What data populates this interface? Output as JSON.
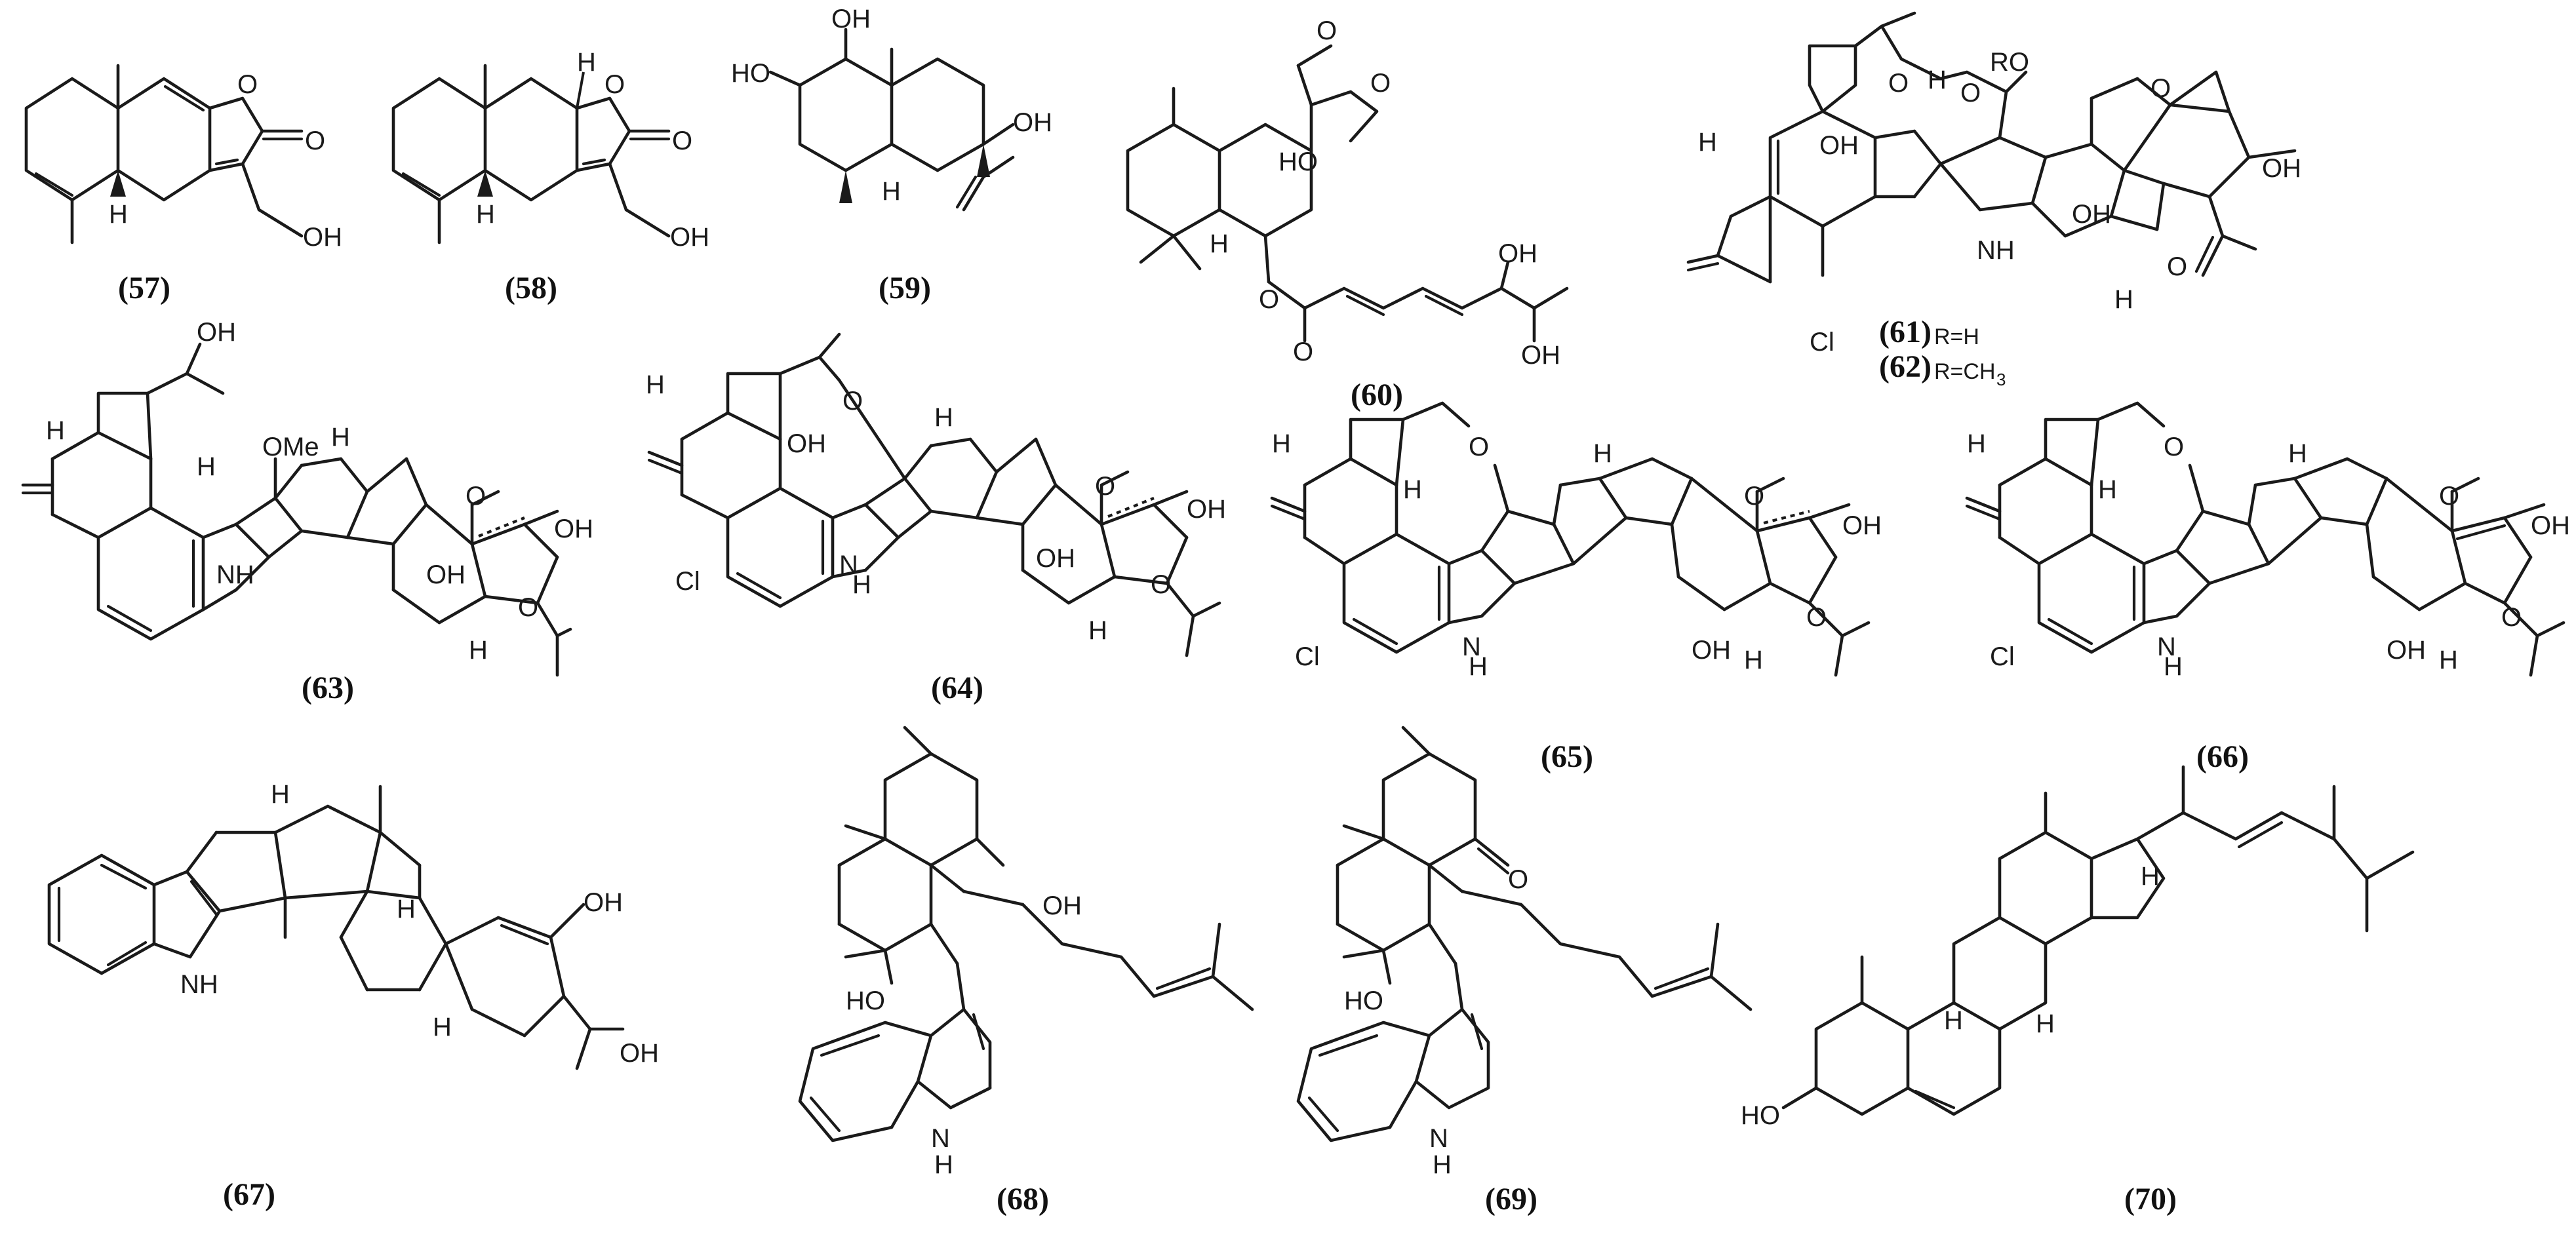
{
  "compounds": {
    "c57": {
      "label": "(57)"
    },
    "c58": {
      "label": "(58)"
    },
    "c59": {
      "label": "(59)"
    },
    "c60": {
      "label": "(60)"
    },
    "c61": {
      "label": "(61)",
      "r": "R=H"
    },
    "c62": {
      "label": "(62)",
      "r": "R=CH",
      "r_sub": "3"
    },
    "c63": {
      "label": "(63)"
    },
    "c64": {
      "label": "(64)"
    },
    "c65": {
      "label": "(65)"
    },
    "c66": {
      "label": "(66)"
    },
    "c67": {
      "label": "(67)"
    },
    "c68": {
      "label": "(68)"
    },
    "c69": {
      "label": "(69)"
    },
    "c70": {
      "label": "(70)"
    }
  },
  "atoms": {
    "o": "O",
    "oh": "OH",
    "ho": "HO",
    "h": "H",
    "nh": "NH",
    "n": "N",
    "cl": "Cl",
    "ro": "RO",
    "ome": "OMe"
  }
}
